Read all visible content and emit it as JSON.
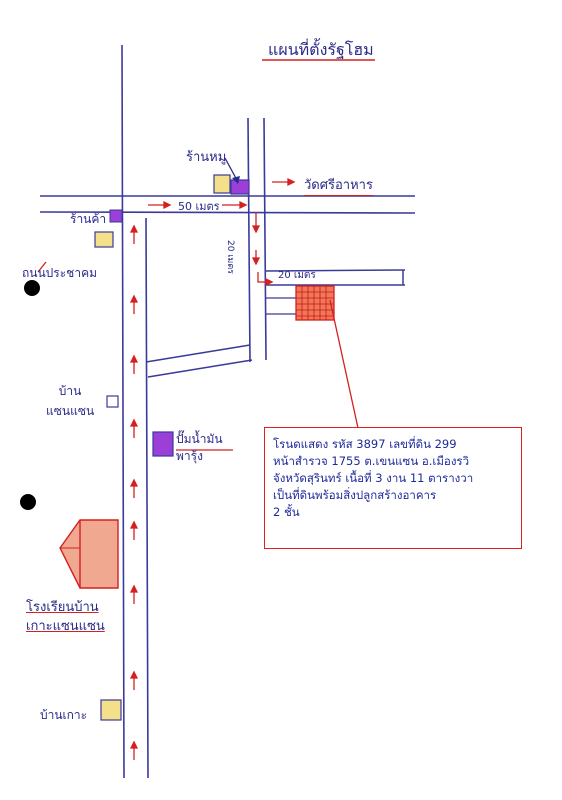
{
  "title": "แผนที่ตั้งรัฐโฮม",
  "labels": {
    "shop_top": "ร้านหมู",
    "wat": "วัดศรีอาหาร",
    "distance_50": "50 เมตร",
    "distance_vertical": "20 เมตร",
    "distance_20": "20 เมตร",
    "shop_left": "ร้านค้า",
    "road_left": "ถนนประชาคม",
    "house_left": "บ้าน\nแซนแซน",
    "clinic": "ปั๊มน้ำมัน\nพารุ้ง",
    "school": "โรงเรียนบ้าน\nเกาะแซนแซน",
    "house_bottom": "บ้านเกาะ"
  },
  "note": {
    "lines": [
      "โรนดแสดง รหัส 3897 เลขที่ดิน 299",
      "หน้าสำรวจ 1755 ต.เขนแซน อ.เมืองรวิ",
      "จังหวัดสุรินทร์ เนื้อที่ 3 งาน 11 ตารางวา",
      "เป็นที่ดินพร้อมสิ่งปลูกสร้างอาคาร",
      "2 ชั้น"
    ]
  },
  "colors": {
    "ink": "#2a2a8a",
    "accent": "#d42020",
    "purple": "#9b3fd8",
    "parcel": "#e85040",
    "house_fill": "#f0a890",
    "yellow": "#f4e08a"
  }
}
